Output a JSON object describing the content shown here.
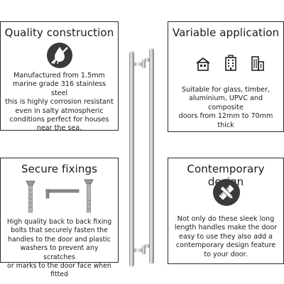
{
  "panels": {
    "quality": {
      "title": "Quality construction",
      "lines": [
        "Manufactured from 1.5mm",
        "marine grade 316 stainless steel",
        "this is highly corrosion resistant",
        "even in salty atmospheric",
        "conditions perfect for houses",
        "near the sea."
      ],
      "icon": "rust-proof-droplet-icon"
    },
    "variable": {
      "title": "Variable application",
      "lines": [
        "Suitable for glass, timber,",
        "aluminium, UPVC and composite",
        "doors from 12mm to 70mm thick"
      ],
      "icons": [
        "house-icon",
        "apartment-building-icon",
        "office-building-icon"
      ]
    },
    "secure": {
      "title": "Secure fixings",
      "lines": [
        "High quality back to back fixing",
        "bolts that securely fasten the",
        "handles to the door and plastic",
        "washers to prevent any scratches",
        "or marks to the door face when fitted"
      ],
      "icons": [
        "bolt-screw-icon",
        "allen-key-icon",
        "bolt-screw-icon"
      ]
    },
    "contemp": {
      "title": "Contemporary design",
      "lines": [
        "Not only do these sleek long",
        "length handles make the door",
        "easy to use they also add a",
        "contemporary design feature",
        "to your door."
      ],
      "icon": "ruler-pencil-icon"
    }
  },
  "colors": {
    "border": "#2a2a2a",
    "icon_circle": "#3a3a3a",
    "steel_light": "#e8e8e8",
    "steel_dark": "#8a8a8a"
  }
}
